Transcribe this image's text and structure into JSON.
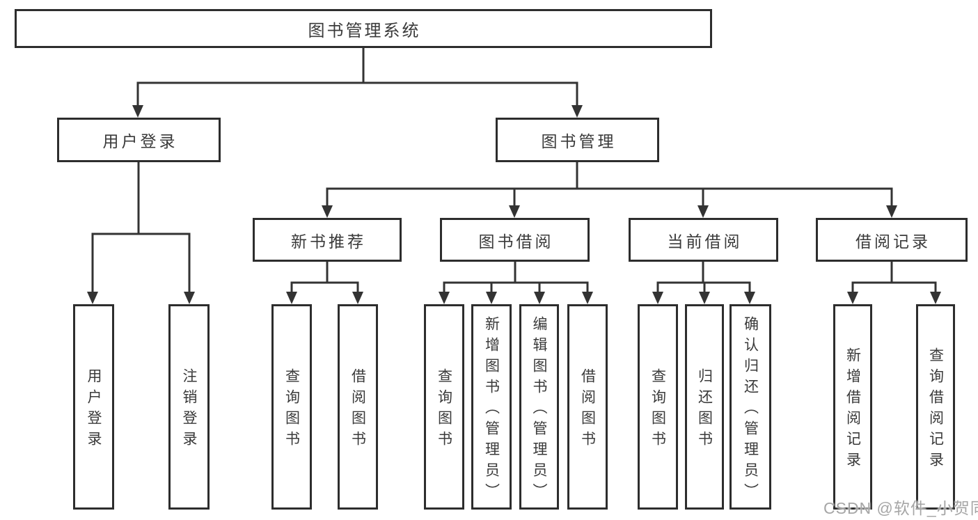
{
  "diagram_type": "functional-structure-tree",
  "tree": {
    "label": "图书管理系统",
    "children": [
      {
        "label": "用户登录",
        "children": [
          {
            "label": "用户登录"
          },
          {
            "label": "注销登录"
          }
        ]
      },
      {
        "label": "图书管理",
        "children": [
          {
            "label": "新书推荐",
            "children": [
              {
                "label": "查询图书"
              },
              {
                "label": "借阅图书"
              }
            ]
          },
          {
            "label": "图书借阅",
            "children": [
              {
                "label": "查询图书"
              },
              {
                "label": "新增图书（管理员）"
              },
              {
                "label": "编辑图书（管理员）"
              },
              {
                "label": "借阅图书"
              }
            ]
          },
          {
            "label": "当前借阅",
            "children": [
              {
                "label": "查询图书"
              },
              {
                "label": "归还图书"
              },
              {
                "label": "确认归还（管理员）"
              }
            ]
          },
          {
            "label": "借阅记录",
            "children": [
              {
                "label": "新增借阅记录"
              },
              {
                "label": "查询借阅记录"
              }
            ]
          }
        ]
      }
    ]
  },
  "watermark": {
    "text": "CSDN @软件_小贺同学"
  },
  "colors": {
    "background": "#ffffff",
    "line": "#333333",
    "box_border": "#2d2d2d",
    "text": "#3a3a3a",
    "watermark": "#9e9e9e"
  }
}
